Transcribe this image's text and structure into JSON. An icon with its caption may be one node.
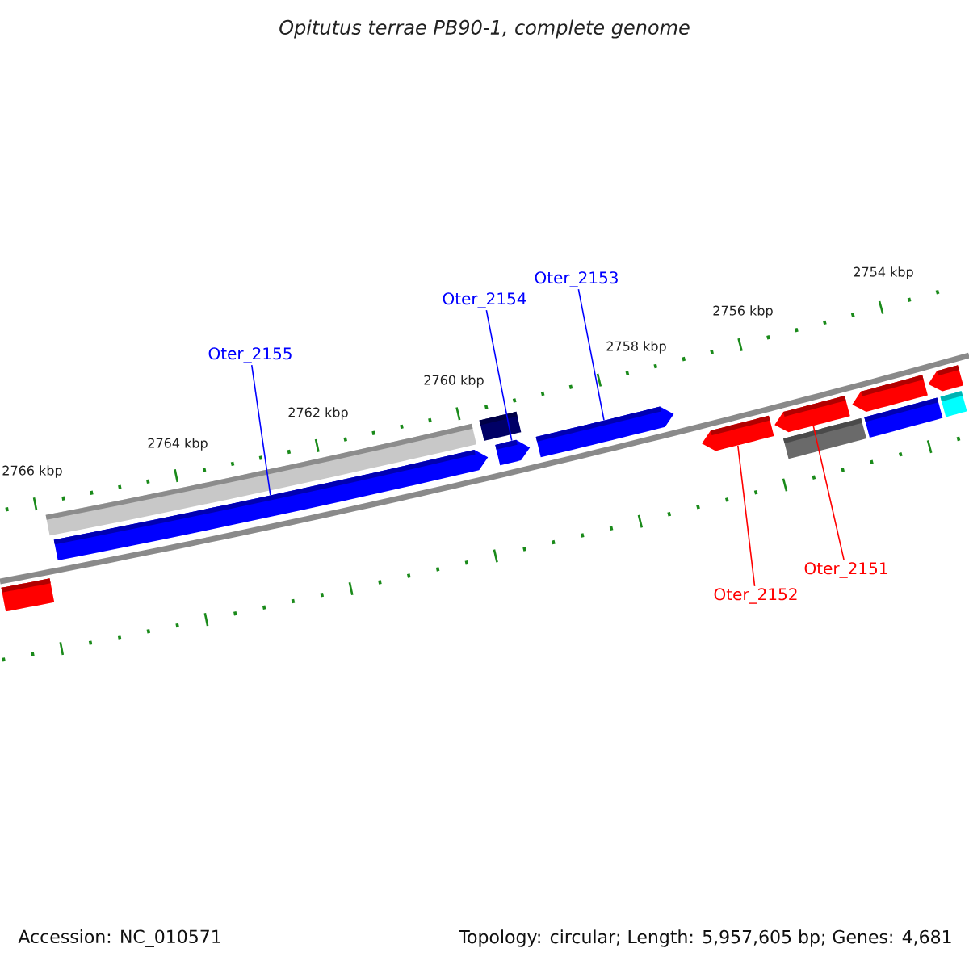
{
  "diagram": {
    "title": "Opitutus terrae PB90-1, complete genome",
    "nodes": [
      {
        "text": [
          "Oter_2153"
        ]
      },
      {
        "text": [
          "Oter_2154"
        ]
      },
      {
        "text": [
          "Oter_2155"
        ]
      },
      {
        "text": [
          "Oter_2151"
        ]
      },
      {
        "text": [
          "Oter_2152"
        ]
      },
      {
        "text": [],
        "shape": "bar"
      },
      {
        "text": [],
        "shape": "bar"
      },
      {
        "text": [],
        "shape": "bar"
      },
      {
        "text": [],
        "shape": "bar"
      },
      {
        "text": [],
        "shape": "bar"
      },
      {
        "text": [],
        "shape": "bar"
      },
      {
        "text": [],
        "shape": "bar"
      },
      {
        "text": [],
        "shape": "bar"
      },
      {
        "text": [],
        "shape": "bar"
      },
      {
        "text": [],
        "shape": "bar"
      },
      {
        "text": [],
        "shape": "bar"
      },
      {
        "text": [],
        "shape": "bar"
      },
      {
        "text": [],
        "shape": "bar"
      }
    ],
    "edges": [
      {
        "from": 0,
        "to": 10,
        "arrow": "none"
      },
      {
        "from": 1,
        "to": 9,
        "arrow": "none"
      },
      {
        "from": 2,
        "to": 7,
        "arrow": "none"
      },
      {
        "from": 3,
        "to": 12,
        "arrow": "none",
        "color": "#ff0000"
      },
      {
        "from": 4,
        "to": 11,
        "arrow": "none",
        "color": "#ff0000"
      }
    ],
    "labels": [
      "2754 kbp",
      "2756 kbp",
      "2758 kbp",
      "2760 kbp",
      "2762 kbp",
      "2764 kbp",
      "2766 kbp",
      "Accession: NC_010571",
      "Topology: circular; Length: 5,957,605 bp; Genes: 4,681"
    ]
  }
}
